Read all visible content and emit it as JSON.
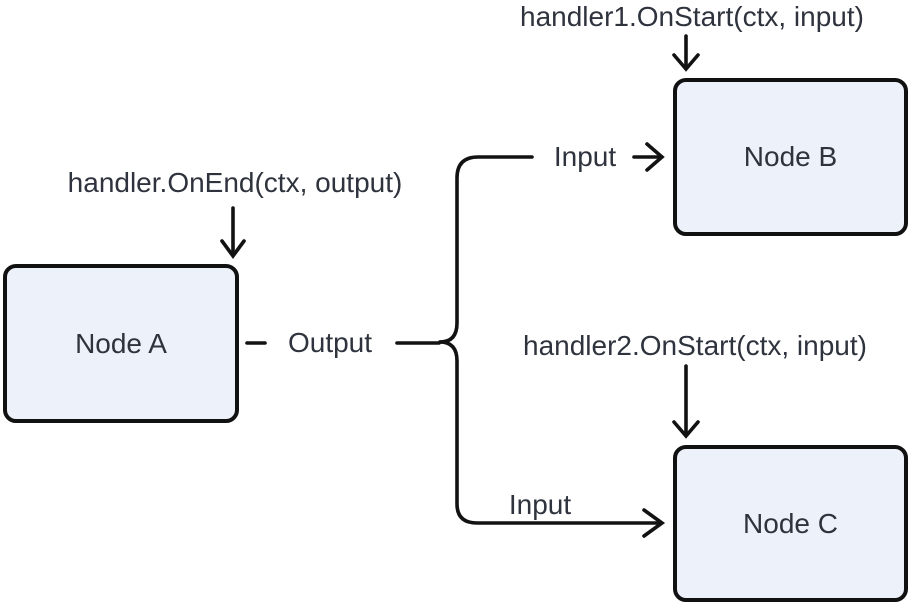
{
  "diagram": {
    "nodes": [
      {
        "id": "node-a",
        "label": "Node A"
      },
      {
        "id": "node-b",
        "label": "Node B"
      },
      {
        "id": "node-c",
        "label": "Node C"
      }
    ],
    "annotations": [
      {
        "id": "handler-onend",
        "text": "handler.OnEnd(ctx, output)",
        "points_to": "Node A"
      },
      {
        "id": "handler1-onstart",
        "text": "handler1.OnStart(ctx, input)",
        "points_to": "Node B"
      },
      {
        "id": "handler2-onstart",
        "text": "handler2.OnStart(ctx, input)",
        "points_to": "Node C"
      }
    ],
    "edges": [
      {
        "id": "output",
        "label": "Output",
        "from": "Node A"
      },
      {
        "id": "input-b",
        "label": "Input",
        "to": "Node B"
      },
      {
        "id": "input-c",
        "label": "Input",
        "to": "Node C"
      }
    ],
    "colors": {
      "background": "#ffffff",
      "node_fill": "#edf1f9",
      "node_border": "#111111",
      "line": "#121212",
      "text": "#2e333d"
    }
  }
}
